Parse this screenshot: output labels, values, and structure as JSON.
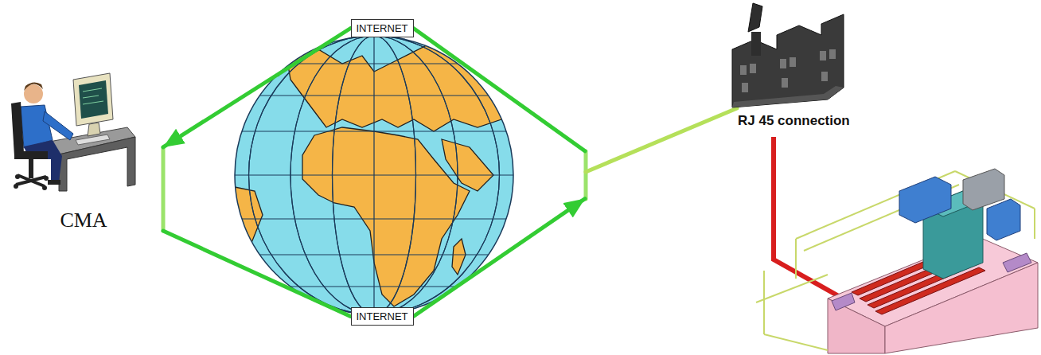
{
  "diagram": {
    "nodes": [
      {
        "text": [
          "CMA"
        ]
      },
      {
        "text": [
          "INTERNET"
        ]
      },
      {
        "text": [
          "INTERNET"
        ]
      },
      {
        "text": [
          "RJ 45 connection"
        ]
      }
    ],
    "edges": [
      {
        "from": 1,
        "to": 0,
        "arrow": "to"
      },
      {
        "from": 0,
        "to": 2,
        "arrow": "none"
      },
      {
        "from": 2,
        "to": 3,
        "arrow": "to"
      },
      {
        "from": 3,
        "to": 1,
        "arrow": "none"
      }
    ]
  }
}
